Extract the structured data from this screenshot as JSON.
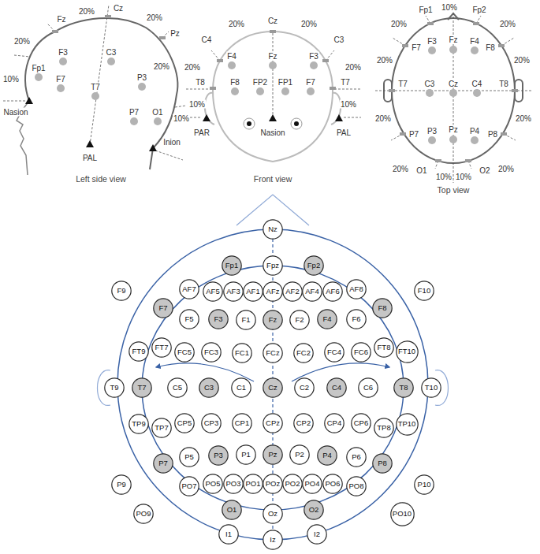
{
  "diagram": {
    "nodes": [
      {
        "text": [
          "Nz"
        ]
      },
      {
        "text": [
          "Fp1"
        ]
      },
      {
        "text": [
          "Fpz"
        ]
      },
      {
        "text": [
          "Fp2"
        ]
      },
      {
        "text": [
          "F9"
        ]
      },
      {
        "text": [
          "AF7"
        ]
      },
      {
        "text": [
          "AF5"
        ]
      },
      {
        "text": [
          "AF3"
        ]
      },
      {
        "text": [
          "AF1"
        ]
      },
      {
        "text": [
          "AFz"
        ]
      },
      {
        "text": [
          "AF2"
        ]
      },
      {
        "text": [
          "AF4"
        ]
      },
      {
        "text": [
          "AF6"
        ]
      },
      {
        "text": [
          "AF8"
        ]
      },
      {
        "text": [
          "F10"
        ]
      },
      {
        "text": [
          "F7"
        ]
      },
      {
        "text": [
          "F5"
        ]
      },
      {
        "text": [
          "F3"
        ]
      },
      {
        "text": [
          "F1"
        ]
      },
      {
        "text": [
          "Fz"
        ]
      },
      {
        "text": [
          "F2"
        ]
      },
      {
        "text": [
          "F4"
        ]
      },
      {
        "text": [
          "F6"
        ]
      },
      {
        "text": [
          "F8"
        ]
      },
      {
        "text": [
          "FT9"
        ]
      },
      {
        "text": [
          "FT7"
        ]
      },
      {
        "text": [
          "FC5"
        ]
      },
      {
        "text": [
          "FC3"
        ]
      },
      {
        "text": [
          "FC1"
        ]
      },
      {
        "text": [
          "FCz"
        ]
      },
      {
        "text": [
          "FC2"
        ]
      },
      {
        "text": [
          "FC4"
        ]
      },
      {
        "text": [
          "FC6"
        ]
      },
      {
        "text": [
          "FT8"
        ]
      },
      {
        "text": [
          "FT10"
        ]
      },
      {
        "text": [
          "T9"
        ]
      },
      {
        "text": [
          "T7"
        ]
      },
      {
        "text": [
          "C5"
        ]
      },
      {
        "text": [
          "C3"
        ]
      },
      {
        "text": [
          "C1"
        ]
      },
      {
        "text": [
          "Cz"
        ]
      },
      {
        "text": [
          "C2"
        ]
      },
      {
        "text": [
          "C4"
        ]
      },
      {
        "text": [
          "C6"
        ]
      },
      {
        "text": [
          "T8"
        ]
      },
      {
        "text": [
          "T10"
        ]
      },
      {
        "text": [
          "TP9"
        ]
      },
      {
        "text": [
          "TP7"
        ]
      },
      {
        "text": [
          "CP5"
        ]
      },
      {
        "text": [
          "CP3"
        ]
      },
      {
        "text": [
          "CP1"
        ]
      },
      {
        "text": [
          "CPz"
        ]
      },
      {
        "text": [
          "CP2"
        ]
      },
      {
        "text": [
          "CP4"
        ]
      },
      {
        "text": [
          "CP6"
        ]
      },
      {
        "text": [
          "TP8"
        ]
      },
      {
        "text": [
          "TP10"
        ]
      },
      {
        "text": [
          "P9"
        ]
      },
      {
        "text": [
          "P7"
        ]
      },
      {
        "text": [
          "P5"
        ]
      },
      {
        "text": [
          "P3"
        ]
      },
      {
        "text": [
          "P1"
        ]
      },
      {
        "text": [
          "Pz"
        ]
      },
      {
        "text": [
          "P2"
        ]
      },
      {
        "text": [
          "P4"
        ]
      },
      {
        "text": [
          "P6"
        ]
      },
      {
        "text": [
          "P8"
        ]
      },
      {
        "text": [
          "P10"
        ]
      },
      {
        "text": [
          "PO7"
        ]
      },
      {
        "text": [
          "PO5"
        ]
      },
      {
        "text": [
          "PO3"
        ]
      },
      {
        "text": [
          "PO1"
        ]
      },
      {
        "text": [
          "POz"
        ]
      },
      {
        "text": [
          "PO2"
        ]
      },
      {
        "text": [
          "PO4"
        ]
      },
      {
        "text": [
          "PO6"
        ]
      },
      {
        "text": [
          "PO8"
        ]
      },
      {
        "text": [
          "PO9"
        ]
      },
      {
        "text": [
          "O1"
        ]
      },
      {
        "text": [
          "Oz"
        ]
      },
      {
        "text": [
          "O2"
        ]
      },
      {
        "text": [
          "PO10"
        ]
      },
      {
        "text": [
          "I1"
        ]
      },
      {
        "text": [
          "Iz"
        ]
      },
      {
        "text": [
          "I2"
        ]
      }
    ],
    "labels": [
      "Fz",
      "20%",
      "Cz",
      "20%",
      "20%",
      "Pz",
      "20%",
      "F3",
      "C3",
      "P3",
      "Fp1",
      "F7",
      "T7",
      "P7",
      "O1",
      "10%",
      "Nasion",
      "PAL",
      "Inion",
      "10%",
      "Left side view",
      "C4",
      "20%",
      "Cz",
      "20%",
      "C3",
      "20%",
      "F4",
      "Fz",
      "F3",
      "20%",
      "T8",
      "F8",
      "FP2",
      "FP1",
      "F7",
      "T7",
      "10%",
      "10%",
      "PAR",
      "Nasion",
      "PAL",
      "Front view",
      "Fp1",
      "10%",
      "Fp2",
      "20%",
      "20%",
      "F7",
      "F3",
      "Fz",
      "F4",
      "F8",
      "20%",
      "20%",
      "T7",
      "C3",
      "Cz",
      "C4",
      "T8",
      "20%",
      "20%",
      "P7",
      "P3",
      "Pz",
      "P4",
      "P8",
      "20%",
      "20%",
      "O1",
      "10%",
      "10%",
      "O2",
      "Top view"
    ]
  }
}
